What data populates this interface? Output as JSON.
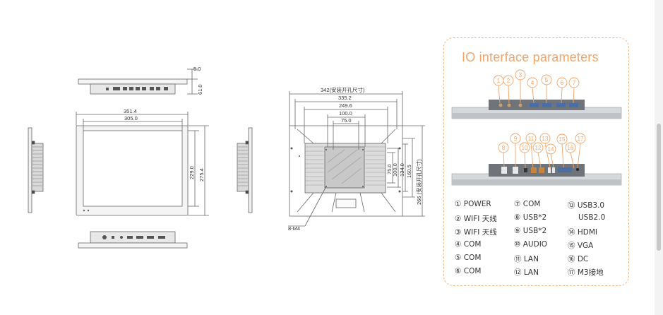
{
  "drawing": {
    "top_view": {
      "dims": [
        "5.0",
        "61.0"
      ]
    },
    "front_view": {
      "dims": [
        "351.4",
        "305.0",
        "229.0",
        "275.4"
      ]
    },
    "rear_view": {
      "dims": [
        "342(安装开孔尺寸)",
        "335.2",
        "249.6",
        "100.0",
        "75.0",
        "75.0",
        "100.0",
        "134.0",
        "160.5",
        "266 (安装开孔尺寸)"
      ],
      "screw_label": "8-M4"
    }
  },
  "io_panel": {
    "title": "IO interface parameters",
    "top_callouts": [
      "1",
      "2",
      "3",
      "4",
      "5",
      "6",
      "7"
    ],
    "bottom_callouts": [
      "8",
      "9",
      "10",
      "11",
      "12",
      "13",
      "14",
      "15",
      "16",
      "17"
    ],
    "items": [
      "① POWER",
      "② WIFI 天线",
      "③ WIFI 天线",
      "④ COM",
      "⑤ COM",
      "⑥ COM",
      "⑦ COM",
      "⑧ USB*2",
      "⑨ USB*2",
      "⑩ AUDIO",
      "⑪ LAN",
      "⑫ LAN",
      "⑬ USB3.0",
      "USB2.0",
      "⑭ HDMI",
      "⑮ VGA",
      "⑯ DC",
      "⑰ M3接地"
    ],
    "accent_color": "#f0a468",
    "border_color": "#f2b98a"
  }
}
